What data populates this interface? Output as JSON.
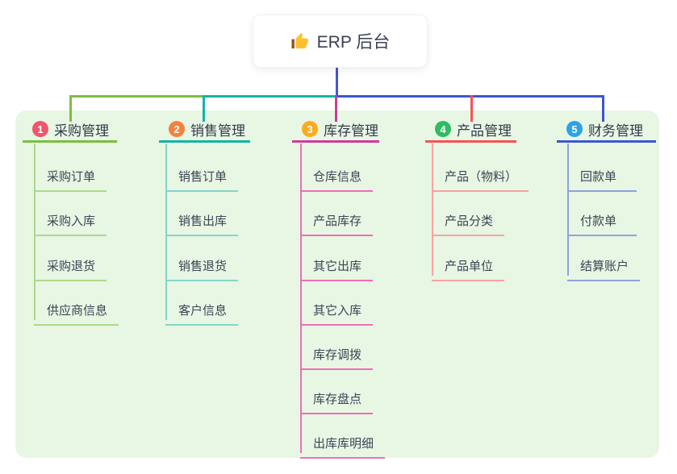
{
  "root": {
    "label": "ERP 后台",
    "icon": "thumbs-up",
    "line_color": "#4657cd"
  },
  "colors": {
    "panel_bg": "#e8f6e4",
    "card_bg": "#ffffff",
    "title_text": "#333a4b",
    "child_text": "#3e4454"
  },
  "branches": [
    {
      "num": "1",
      "label": "采购管理",
      "badge_color": "#f0566b",
      "line_color": "#7cbf41",
      "child_line_color": "#abd98a",
      "children": [
        "采购订单",
        "采购入库",
        "采购退货",
        "供应商信息"
      ]
    },
    {
      "num": "2",
      "label": "销售管理",
      "badge_color": "#f5813c",
      "line_color": "#16b3a8",
      "child_line_color": "#83d6c9",
      "children": [
        "销售订单",
        "销售出库",
        "销售退货",
        "客户信息"
      ]
    },
    {
      "num": "3",
      "label": "库存管理",
      "badge_color": "#fbac1b",
      "line_color": "#cf3a9e",
      "child_line_color": "#ef6eb7",
      "children": [
        "仓库信息",
        "产品库存",
        "其它出库",
        "其它入库",
        "库存调拨",
        "库存盘点",
        "出库库明细"
      ]
    },
    {
      "num": "4",
      "label": "产品管理",
      "badge_color": "#2fbb62",
      "line_color": "#f85252",
      "child_line_color": "#f9a3a0",
      "children": [
        "产品（物料）",
        "产品分类",
        "产品单位"
      ]
    },
    {
      "num": "5",
      "label": "财务管理",
      "badge_color": "#2ba3e8",
      "line_color": "#3d57d0",
      "child_line_color": "#8fa3dc",
      "children": [
        "回款单",
        "付款单",
        "结算账户"
      ]
    }
  ]
}
